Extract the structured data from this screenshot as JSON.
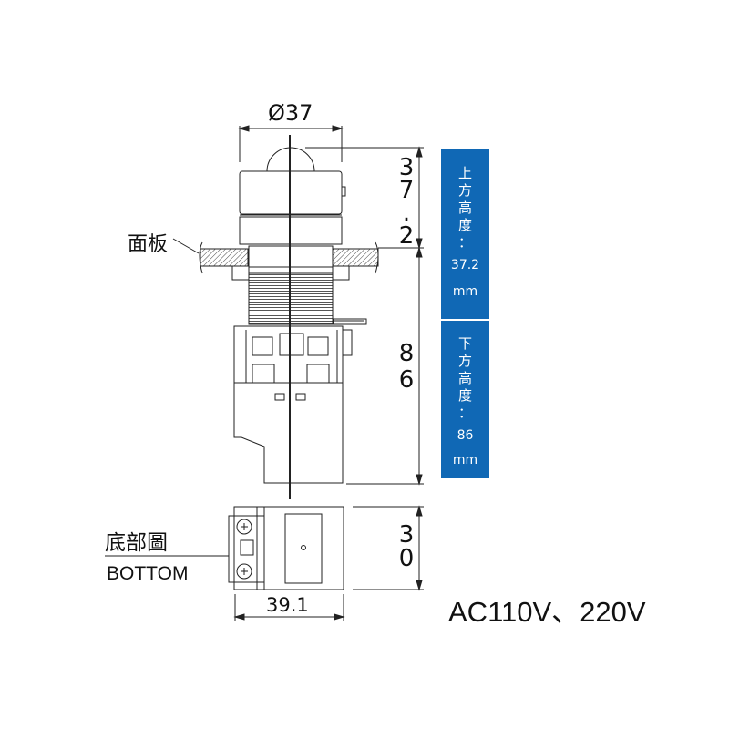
{
  "dimensions": {
    "diameter": "Ø37",
    "top_height_chars": [
      "3",
      "7",
      ".",
      "2"
    ],
    "bottom_height_chars": [
      "8",
      "6"
    ],
    "bottom_view_height_chars": [
      "3",
      "0"
    ],
    "bottom_view_width": "39.1"
  },
  "labels": {
    "panel": "面板",
    "bottom_view_zh": "底部圖",
    "bottom_view_en": "BOTTOM",
    "voltage": "AC110V、220V"
  },
  "info_boxes": [
    {
      "chars": [
        "上",
        "方",
        "高",
        "度",
        "："
      ],
      "value": "37.2",
      "unit": "mm"
    },
    {
      "chars": [
        "下",
        "方",
        "高",
        "度",
        "："
      ],
      "value": "86",
      "unit": "mm"
    }
  ],
  "colors": {
    "accent": "#1068b5",
    "line": "#222222"
  }
}
